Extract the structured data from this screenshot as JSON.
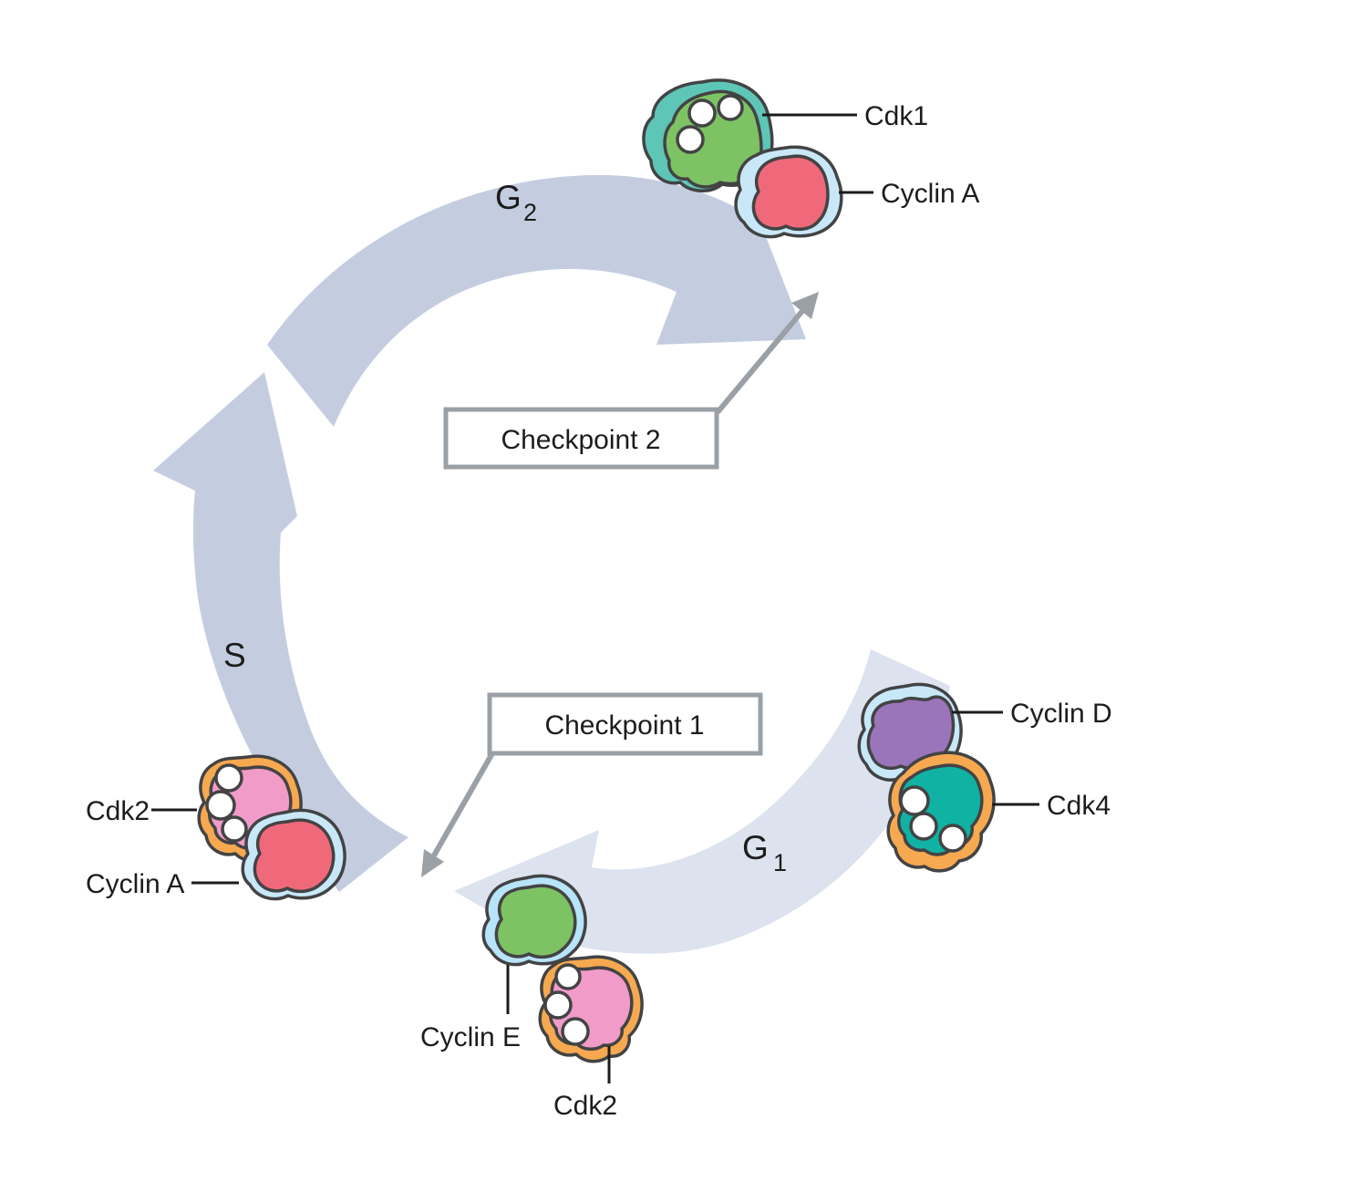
{
  "colors": {
    "background": "#ffffff",
    "band_dark": "#c4cde0",
    "band_light": "#dde3ee",
    "outline": "#434344",
    "checkpoint_gray": "#9aa0a5",
    "text": "#1c1c1c",
    "white": "#ffffff",
    "teal_light": "#5ec6b7",
    "green": "#7dc364",
    "blue_light": "#c8e8f8",
    "blue_lighter": "#b7e4f8",
    "red": "#f0697a",
    "purple": "#9b75ba",
    "orange": "#f6a950",
    "teal_dark": "#10b2a3",
    "pink": "#f19bc8"
  },
  "phases": {
    "g2": {
      "letter": "G",
      "sub": "2"
    },
    "s": {
      "letter": "S"
    },
    "g1": {
      "letter": "G",
      "sub": "1"
    }
  },
  "checkpoints": {
    "one": {
      "label": "Checkpoint 1"
    },
    "two": {
      "label": "Checkpoint 2"
    }
  },
  "labels": {
    "cdk1": "Cdk1",
    "cyclin_a_top": "Cyclin A",
    "cyclin_d": "Cyclin D",
    "cdk4": "Cdk4",
    "cyclin_e": "Cyclin E",
    "cdk2_bottom": "Cdk2",
    "cdk2_left": "Cdk2",
    "cyclin_a_left": "Cyclin A"
  }
}
